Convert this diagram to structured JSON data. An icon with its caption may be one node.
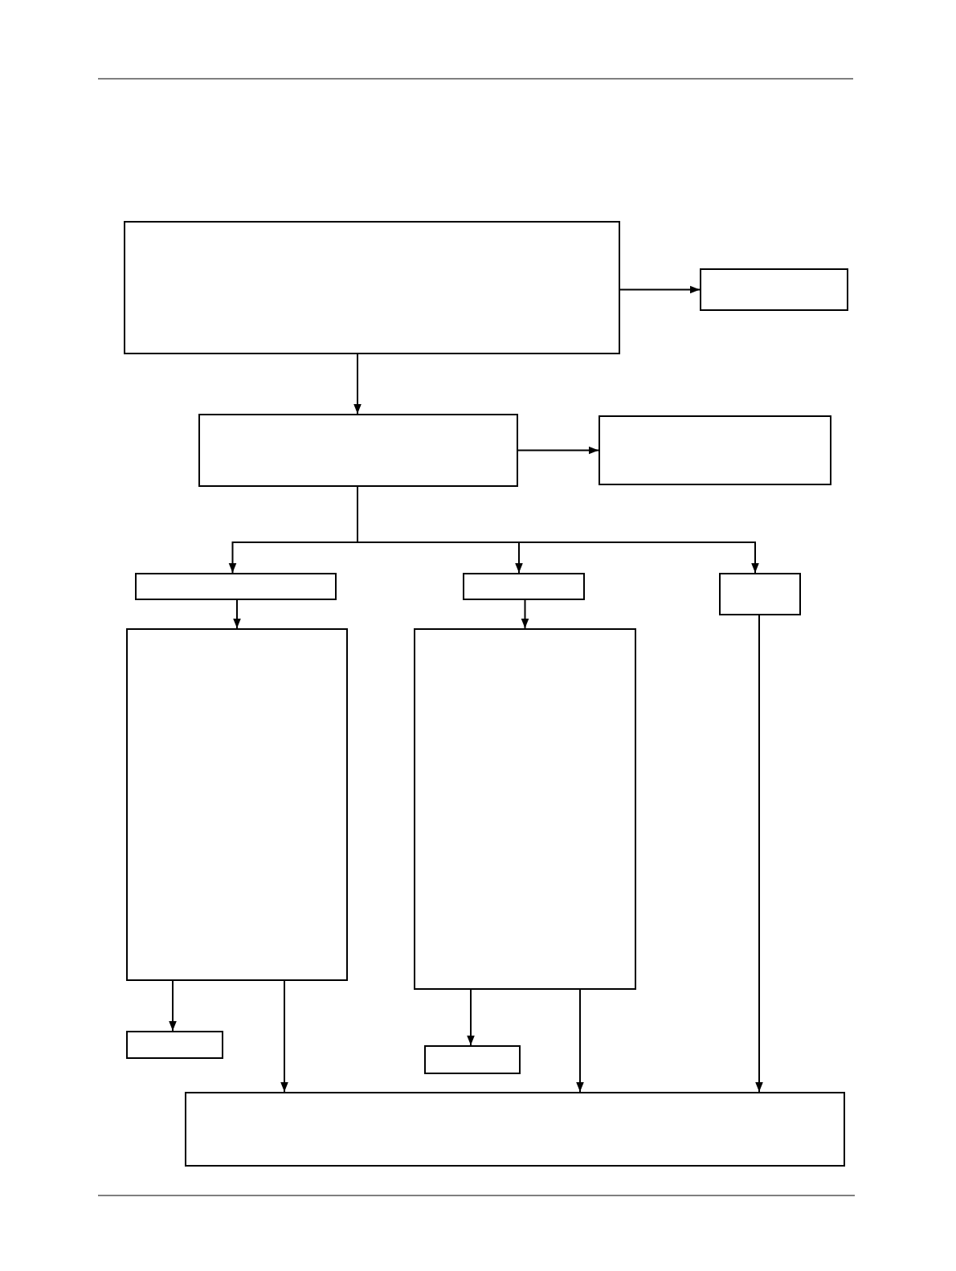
{
  "diagram": {
    "nodes": [
      {
        "text": [],
        "shape": "box"
      },
      {
        "text": [],
        "shape": "box"
      },
      {
        "text": [],
        "shape": "box"
      },
      {
        "text": [],
        "shape": "box"
      },
      {
        "text": [],
        "shape": "box"
      },
      {
        "text": [],
        "shape": "box"
      },
      {
        "text": [],
        "shape": "box"
      },
      {
        "text": [],
        "shape": "box"
      },
      {
        "text": [],
        "shape": "box"
      },
      {
        "text": [],
        "shape": "box"
      },
      {
        "text": [],
        "shape": "box"
      },
      {
        "text": [],
        "shape": "box"
      }
    ],
    "edges": [
      {
        "from": 0,
        "to": 1,
        "arrow": "to"
      },
      {
        "from": 0,
        "to": 2,
        "arrow": "to"
      },
      {
        "from": 2,
        "to": 3,
        "arrow": "to"
      },
      {
        "from": 2,
        "to": 4,
        "arrow": "to"
      },
      {
        "from": 2,
        "to": 5,
        "arrow": "to"
      },
      {
        "from": 2,
        "to": 6,
        "arrow": "to"
      },
      {
        "from": 4,
        "to": 7,
        "arrow": "to"
      },
      {
        "from": 5,
        "to": 8,
        "arrow": "to"
      },
      {
        "from": 7,
        "to": 9,
        "arrow": "to"
      },
      {
        "from": 7,
        "to": 11,
        "arrow": "to"
      },
      {
        "from": 8,
        "to": 10,
        "arrow": "to"
      },
      {
        "from": 8,
        "to": 11,
        "arrow": "to"
      },
      {
        "from": 6,
        "to": 11,
        "arrow": "to"
      }
    ]
  }
}
